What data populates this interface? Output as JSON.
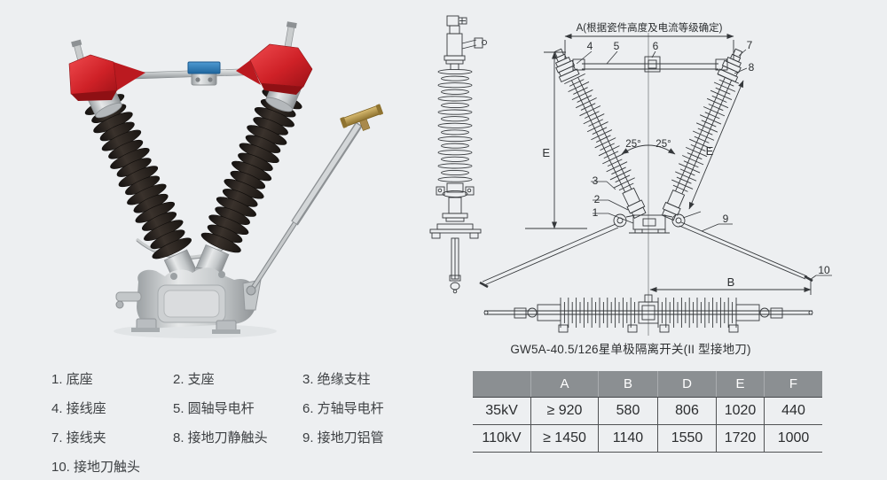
{
  "page": {
    "bg_color": "#edeff1"
  },
  "photo": {
    "colors": {
      "terminal_red": "#cf2127",
      "clamp_blue": "#2f80bd",
      "insulator_black": "#221d1a",
      "metal_silver": "#c7cacb",
      "handle_brass": "#b08c3e"
    }
  },
  "diagram": {
    "dim_a_label": "A(根据瓷件高度及电流等级确定)",
    "dim_e_left": "E",
    "dim_e_right": "E",
    "angle_left": "25°",
    "angle_right": "25°",
    "dim_b_label": "B",
    "callouts": [
      "1",
      "2",
      "3",
      "4",
      "5",
      "6",
      "7",
      "8",
      "9",
      "10"
    ],
    "caption": "GW5A-40.5/126星单极隔离开关(II 型接地刀)"
  },
  "parts_list": {
    "items": [
      "1. 底座",
      "2. 支座",
      "3. 绝缘支柱",
      "4. 接线座",
      "5. 圆轴导电杆",
      "6. 方轴导电杆",
      "7. 接线夹",
      "8. 接地刀静触头",
      "9. 接地刀铝管",
      "10. 接地刀触头"
    ]
  },
  "spec_table": {
    "header_bg": "#8b8f92",
    "headers": [
      "",
      "A",
      "B",
      "D",
      "E",
      "F"
    ],
    "rows": [
      [
        "35kV",
        "≥ 920",
        "580",
        "806",
        "1020",
        "440"
      ],
      [
        "110kV",
        "≥ 1450",
        "1140",
        "1550",
        "1720",
        "1000"
      ]
    ]
  }
}
